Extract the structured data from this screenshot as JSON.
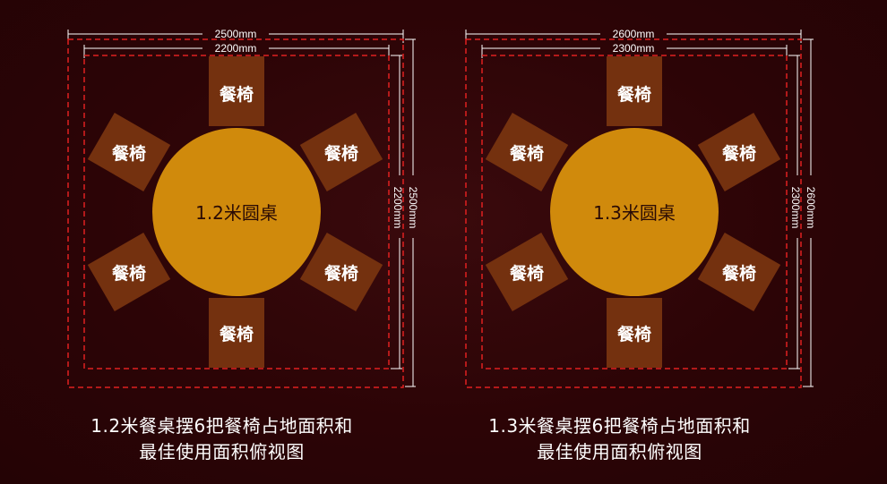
{
  "colors": {
    "background": "#2c0406",
    "table": "#d08a0c",
    "chair": "#74310f",
    "dashed_border": "#e02020",
    "dimension_line": "#ffffff",
    "text": "#ffffff"
  },
  "diagrams": [
    {
      "outer_width_label": "2500mm",
      "inner_width_label": "2200mm",
      "outer_height_label": "2500mm",
      "inner_height_label": "2200mm",
      "table_label": "1.2米圆桌",
      "chairs": [
        "餐椅",
        "餐椅",
        "餐椅",
        "餐椅",
        "餐椅",
        "餐椅"
      ],
      "caption_line1": "1.2米餐桌摆6把餐椅占地面积和",
      "caption_line2": "最佳使用面积俯视图"
    },
    {
      "outer_width_label": "2600mm",
      "inner_width_label": "2300mm",
      "outer_height_label": "2600mm",
      "inner_height_label": "2300mm",
      "table_label": "1.3米圆桌",
      "chairs": [
        "餐椅",
        "餐椅",
        "餐椅",
        "餐椅",
        "餐椅",
        "餐椅"
      ],
      "caption_line1": "1.3米餐桌摆6把餐椅占地面积和",
      "caption_line2": "最佳使用面积俯视图"
    }
  ]
}
